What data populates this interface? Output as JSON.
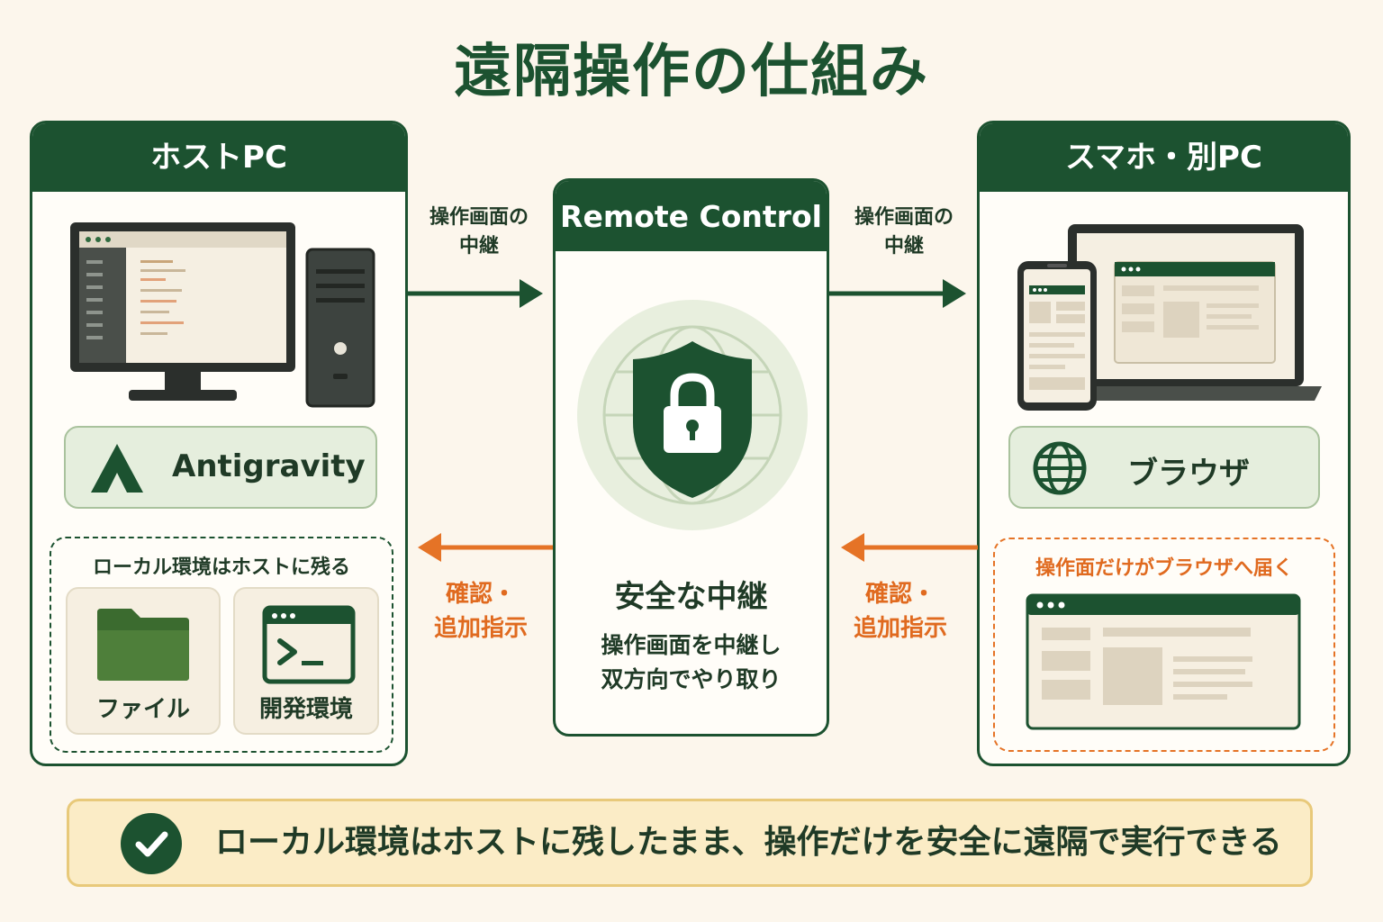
{
  "title": "遠隔操作の仕組み",
  "host": {
    "header": "ホストPC",
    "app_name": "Antigravity",
    "local_caption": "ローカル環境はホストに残る",
    "files_label": "ファイル",
    "devenv_label": "開発環境"
  },
  "relay": {
    "header": "Remote Control",
    "main_label": "安全な中継",
    "desc_line1": "操作画面を中継し",
    "desc_line2": "双方向でやり取り"
  },
  "client": {
    "header": "スマホ・別PC",
    "app_name": "ブラウザ",
    "screen_caption": "操作面だけがブラウザへ届く"
  },
  "arrows": {
    "forward_line1": "操作画面の",
    "forward_line2": "中継",
    "back_line1": "確認・",
    "back_line2": "追加指示"
  },
  "banner": {
    "text": "ローカル環境はホストに残したまま、操作だけを安全に遠隔で実行できる"
  },
  "colors": {
    "primary_green": "#1c5230",
    "accent_orange": "#e57326",
    "light_green": "#e5eedd",
    "banner_yellow": "#fbecc6",
    "background": "#fcf6ec"
  },
  "icons": [
    "desktop-monitor-icon",
    "pc-tower-icon",
    "antigravity-logo-icon",
    "folder-icon",
    "terminal-icon",
    "shield-lock-icon",
    "globe-icon",
    "smartphone-icon",
    "laptop-icon",
    "browser-window-icon",
    "check-icon"
  ]
}
